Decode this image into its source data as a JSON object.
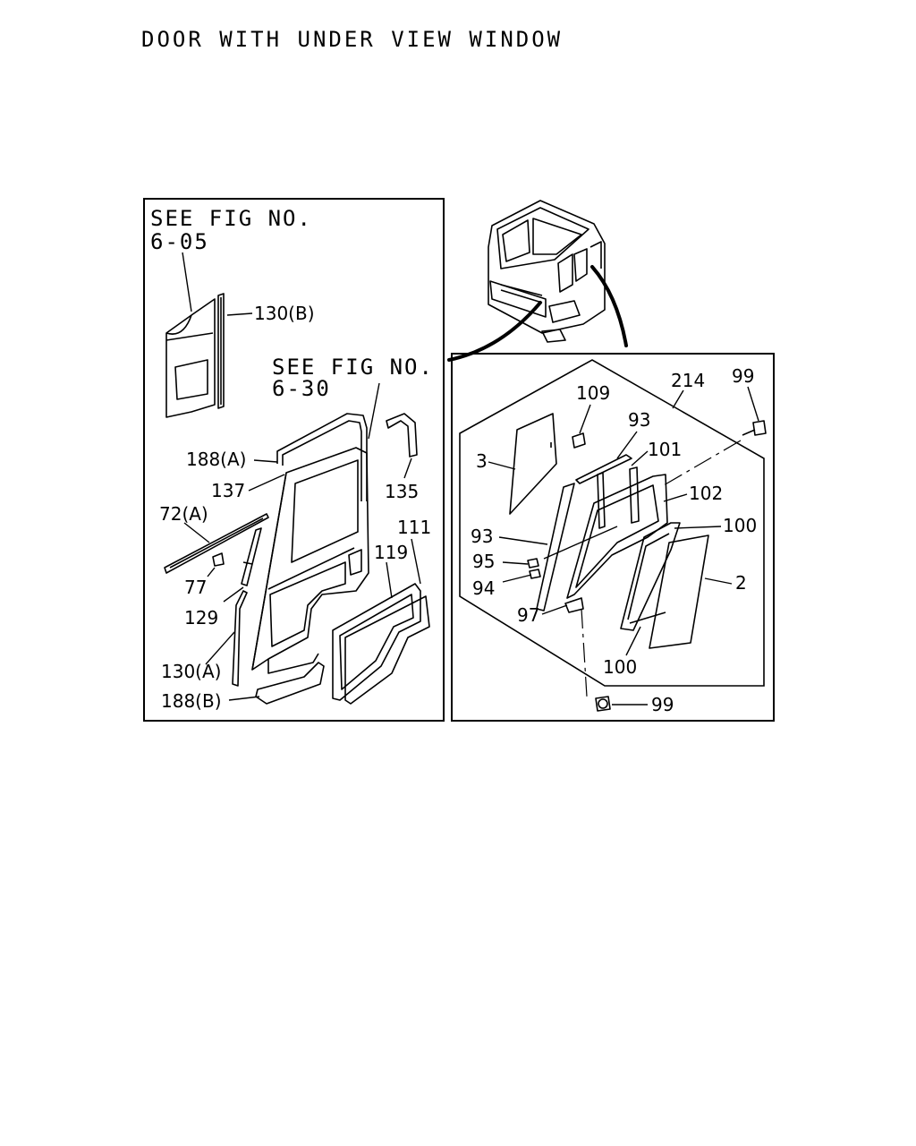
{
  "title": "DOOR WITH UNDER VIEW WINDOW",
  "left_panel": {
    "ref_a_line1": "SEE FIG NO.",
    "ref_a_line2": "6-05",
    "ref_b_line1": "SEE FIG NO.",
    "ref_b_line2": "6-30",
    "labels": {
      "p130b": "130(B)",
      "p188a": "188(A)",
      "p137": "137",
      "p135": "135",
      "p72a": "72(A)",
      "p111": "111",
      "p119": "119",
      "p77": "77",
      "p129": "129",
      "p130a": "130(A)",
      "p188b": "188(B)"
    }
  },
  "right_panel": {
    "labels": {
      "p214": "214",
      "p99_top": "99",
      "p109": "109",
      "p93_top": "93",
      "p3": "3",
      "p101": "101",
      "p102": "102",
      "p100_right": "100",
      "p93_left": "93",
      "p95": "95",
      "p94": "94",
      "p2": "2",
      "p97": "97",
      "p100_bottom": "100",
      "p99_bottom": "99"
    }
  }
}
